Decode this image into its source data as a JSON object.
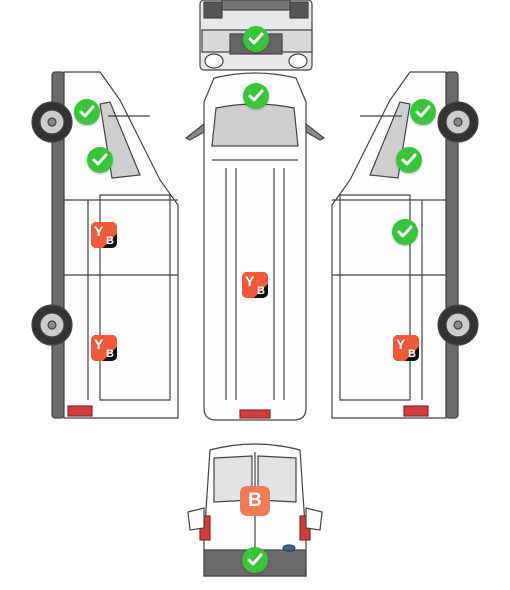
{
  "markers": {
    "front_bumper": {
      "type": "check",
      "state": "ok"
    },
    "roof_front": {
      "type": "check",
      "state": "ok"
    },
    "left_wheel_arch": {
      "type": "check",
      "state": "ok"
    },
    "left_door": {
      "type": "check",
      "state": "ok"
    },
    "right_wheel_arch": {
      "type": "check",
      "state": "ok"
    },
    "right_door": {
      "type": "check",
      "state": "ok"
    },
    "right_cargo_panel": {
      "type": "check",
      "state": "ok"
    },
    "rear_bumper": {
      "type": "check",
      "state": "ok"
    },
    "left_cargo_panel": {
      "type": "yb",
      "top": "Y",
      "bottom": "B"
    },
    "left_rear_panel": {
      "type": "yb",
      "top": "Y",
      "bottom": "B"
    },
    "roof_center": {
      "type": "yb",
      "top": "Y",
      "bottom": "B"
    },
    "right_rear_panel": {
      "type": "yb",
      "top": "Y",
      "bottom": "B"
    },
    "rear_doors": {
      "type": "b",
      "letter": "B"
    }
  },
  "colors": {
    "check_green": "#3ac43a",
    "badge_orange": "#f05a3c",
    "badge_light_orange": "#f07a55",
    "outline": "#444444",
    "tail_light": "#d23c3c"
  }
}
